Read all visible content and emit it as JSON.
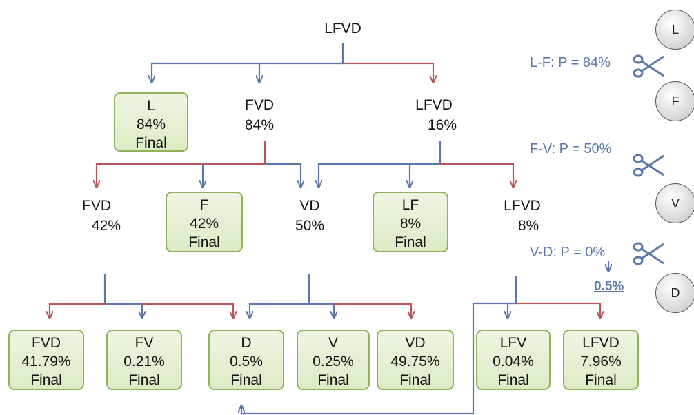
{
  "colors": {
    "blue": "#5b78a8",
    "red": "#b8545a",
    "box_border": "#8fb35a",
    "box_fill": "#e6f0d4"
  },
  "tree": {
    "root": {
      "name": "LFVD"
    },
    "level1": {
      "l": {
        "name": "L",
        "pct": "84%",
        "status": "Final"
      },
      "fvd": {
        "name": "FVD",
        "pct": "84%"
      },
      "lfvd": {
        "name": "LFVD",
        "pct": "16%"
      }
    },
    "level2": {
      "fvd": {
        "name": "FVD",
        "pct": "42%"
      },
      "f": {
        "name": "F",
        "pct": "42%",
        "status": "Final"
      },
      "vd": {
        "name": "VD",
        "pct": "50%"
      },
      "lf": {
        "name": "LF",
        "pct": "8%",
        "status": "Final"
      },
      "lfvd": {
        "name": "LFVD",
        "pct": "8%"
      }
    },
    "level3": [
      {
        "name": "FVD",
        "pct": "41.79%",
        "status": "Final"
      },
      {
        "name": "FV",
        "pct": "0.21%",
        "status": "Final"
      },
      {
        "name": "D",
        "pct": "0.5%",
        "status": "Final"
      },
      {
        "name": "V",
        "pct": "0.25%",
        "status": "Final"
      },
      {
        "name": "VD",
        "pct": "49.75%",
        "status": "Final"
      },
      {
        "name": "LFV",
        "pct": "0.04%",
        "status": "Final"
      },
      {
        "name": "LFVD",
        "pct": "7.96%",
        "status": "Final"
      }
    ]
  },
  "rules": [
    {
      "text": "L-F: P = 84%"
    },
    {
      "text": "F-V: P = 50%"
    },
    {
      "text": "V-D: P = 0%"
    }
  ],
  "annotation": {
    "text": "0.5%"
  },
  "circles": [
    "L",
    "F",
    "V",
    "D"
  ],
  "icons": {
    "cut": "scissors-icon"
  }
}
